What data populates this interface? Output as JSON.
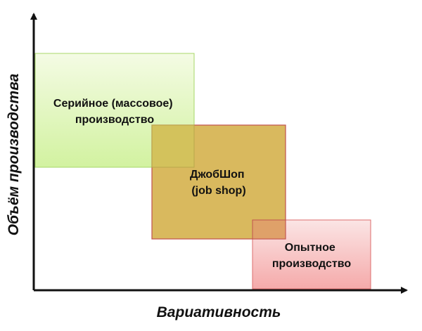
{
  "axes": {
    "x_label": "Вариативность",
    "y_label": "Объём производства"
  },
  "regions": [
    {
      "id": "serial",
      "lines": [
        "Серийное (массовое)",
        "производство"
      ],
      "fill_top": "#f4fbe4",
      "fill_bottom": "#d2f2a0",
      "stroke": "#a7d76a"
    },
    {
      "id": "jobshop",
      "lines": [
        "ДжобШоп",
        "(job shop)"
      ],
      "fill_top": "#d9b95e",
      "fill_bottom": "#d9b95e",
      "stroke": "#c0504d"
    },
    {
      "id": "prototype",
      "lines": [
        "Опытное",
        "производство"
      ],
      "fill_top": "#fbe5e5",
      "fill_bottom": "#f5aaaa",
      "stroke": "#dc6e6e"
    }
  ],
  "colors": {
    "axis": "#111111",
    "label_text": "#111111",
    "overlap_serial_jobshop": "#d3c35c",
    "overlap_jobshop_prototype": "#e0a06a"
  }
}
